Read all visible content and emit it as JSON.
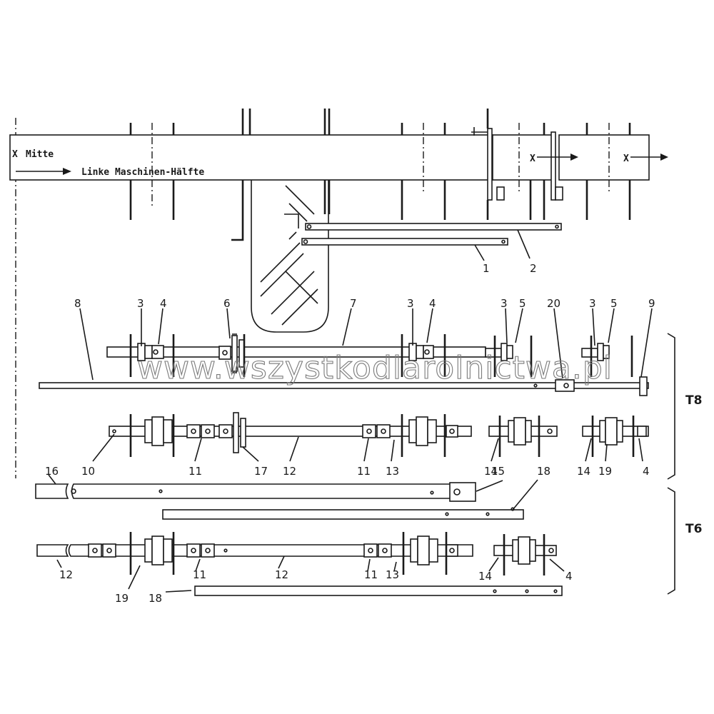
{
  "top_view": {
    "center_label": "Mitte",
    "direction_label": "Linke Maschinen-Hälfte",
    "x_marks": [
      "X",
      "X",
      "X"
    ]
  },
  "group_labels": {
    "t8": "T8",
    "t6": "T6"
  },
  "part_numbers": {
    "rods": [
      "1",
      "2"
    ],
    "row1": [
      "8",
      "3",
      "4",
      "6",
      "7",
      "3",
      "4",
      "3",
      "5",
      "20",
      "3",
      "5",
      "9"
    ],
    "row2": [
      "10",
      "11",
      "17",
      "12",
      "11",
      "13",
      "14",
      "19",
      "14",
      "4"
    ],
    "row3": [
      "16",
      "15",
      "18"
    ],
    "row4": [
      "12",
      "19",
      "11",
      "12",
      "11",
      "13",
      "14",
      "4",
      "18"
    ]
  },
  "watermark": "www.wszystkodlarolnictwa.pl"
}
